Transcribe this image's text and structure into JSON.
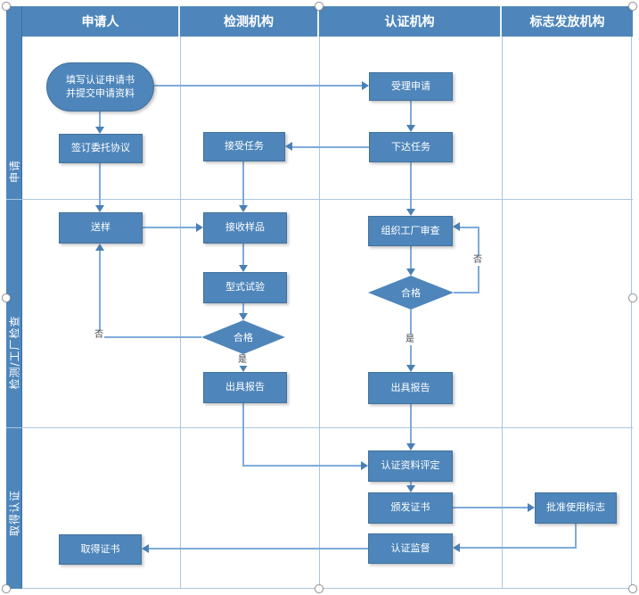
{
  "diagram": {
    "type": "swimlane-flowchart",
    "columns": [
      {
        "label": "申请人"
      },
      {
        "label": "检测机构"
      },
      {
        "label": "认证机构"
      },
      {
        "label": "标志发放机构"
      }
    ],
    "lanes": [
      {
        "label": "申请"
      },
      {
        "label": "检测/工厂检查"
      },
      {
        "label": "取得认证"
      }
    ],
    "nodes": {
      "fill_application": {
        "line1": "填写认证申请书",
        "line2": "并提交申请资料"
      },
      "accept_application": {
        "label": "受理申请"
      },
      "sign_agreement": {
        "label": "签订委托协议"
      },
      "accept_task": {
        "label": "接受任务"
      },
      "assign_task": {
        "label": "下达任务"
      },
      "send_sample": {
        "label": "送样"
      },
      "receive_sample": {
        "label": "接收样品"
      },
      "type_test": {
        "label": "型式试验"
      },
      "qualified_test": {
        "label": "合格"
      },
      "issue_report_test": {
        "label": "出具报告"
      },
      "organize_factory_review": {
        "label": "组织工厂审查"
      },
      "qualified_review": {
        "label": "合格"
      },
      "issue_report_cert": {
        "label": "出具报告"
      },
      "cert_data_assessment": {
        "label": "认证资料评定"
      },
      "issue_certificate": {
        "label": "颁发证书"
      },
      "approve_mark_use": {
        "label": "批准使用标志"
      },
      "cert_supervision": {
        "label": "认证监督"
      },
      "obtain_certificate": {
        "label": "取得证书"
      }
    },
    "edge_labels": {
      "test_no": "否",
      "test_yes": "是",
      "review_no": "否",
      "review_yes": "是"
    },
    "edges": [
      "fill_application -> accept_application",
      "fill_application -> sign_agreement",
      "accept_application -> assign_task",
      "assign_task -> accept_task",
      "assign_task -> organize_factory_review",
      "sign_agreement -> send_sample",
      "accept_task -> receive_sample",
      "send_sample -> receive_sample",
      "receive_sample -> type_test",
      "type_test -> qualified_test",
      "qualified_test -否-> send_sample",
      "qualified_test -是-> issue_report_test",
      "organize_factory_review -> qualified_review",
      "qualified_review -否-> organize_factory_review",
      "qualified_review -是-> issue_report_cert",
      "issue_report_test -> cert_data_assessment",
      "issue_report_cert -> cert_data_assessment",
      "cert_data_assessment -> issue_certificate",
      "issue_certificate -> approve_mark_use",
      "approve_mark_use -> cert_supervision",
      "cert_supervision -> obtain_certificate"
    ],
    "colors": {
      "node_fill": "#4e86bb",
      "node_border": "#41719c",
      "header_fill": "#4e86bb",
      "connector": "#7fabd9",
      "arrowhead": "#4a80b6",
      "grid_line": "#aac6e0",
      "edge_label_text": "#3a3f4a"
    }
  }
}
